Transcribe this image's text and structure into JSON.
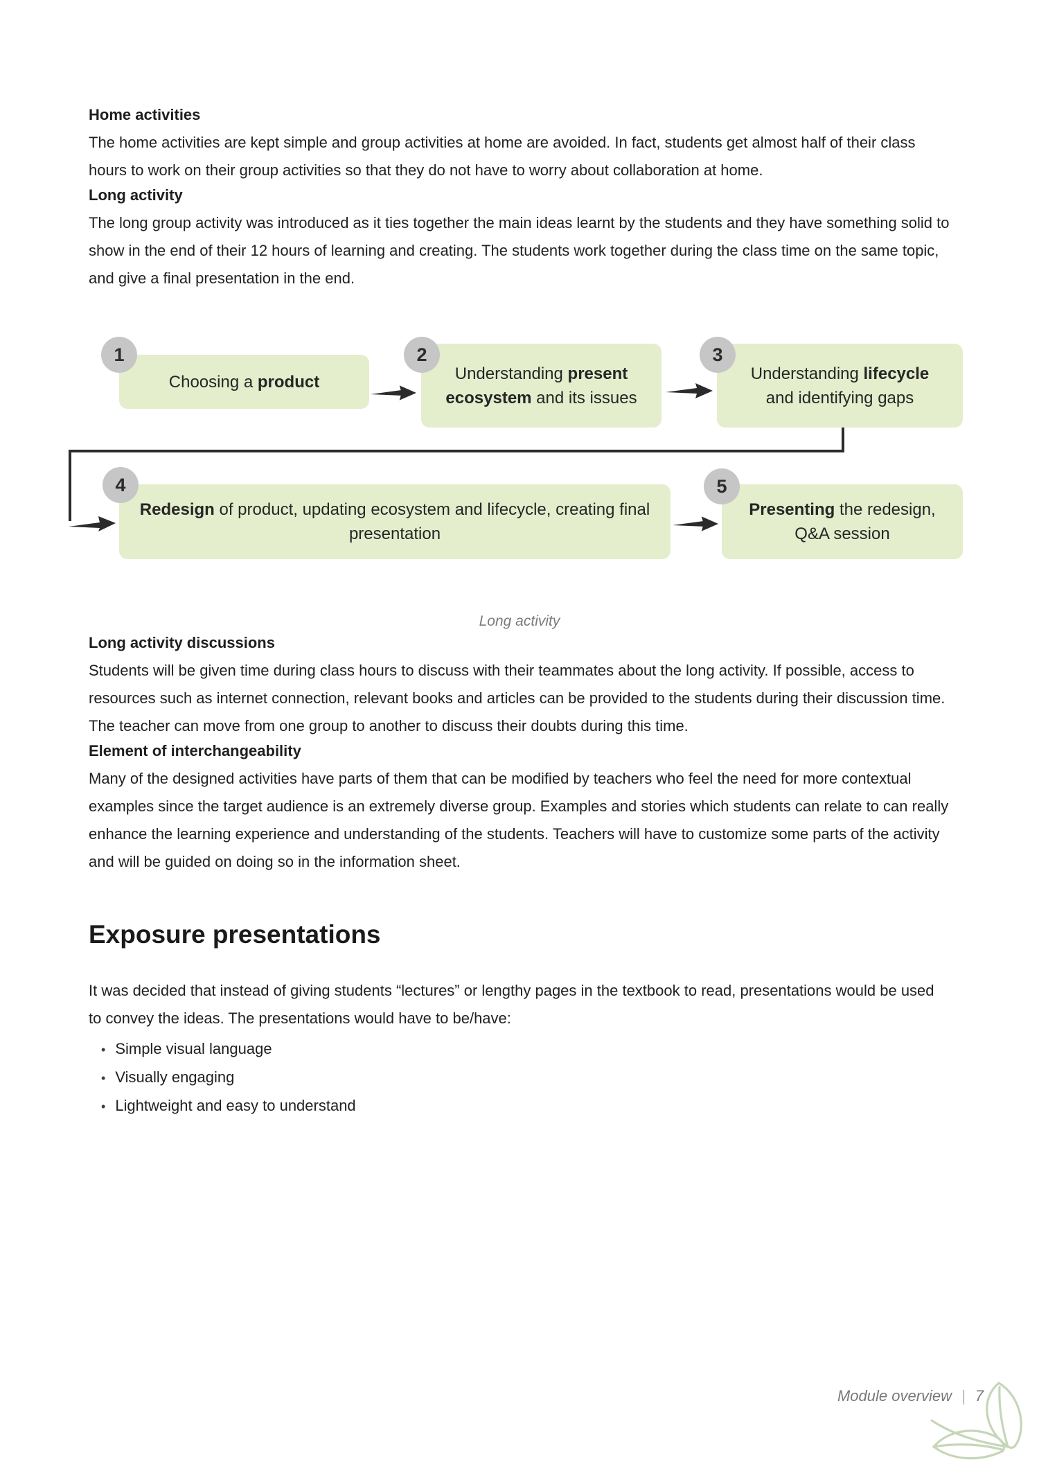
{
  "colors": {
    "box_green": "#e4edcc",
    "circle_grey": "#c5c6c5",
    "arrow_black": "#2b2b2b",
    "muted_grey": "#7b7b7b",
    "leaf_green": "#c6d6b8"
  },
  "sections": {
    "home_activities": {
      "heading": "Home activities",
      "body": "The home activities are kept simple and group activities at home are avoided. In fact, students get almost half of their class hours to work on their group activities so that they do not have to worry about collaboration at home."
    },
    "long_activity": {
      "heading": "Long activity",
      "body": "The long group activity was introduced as it ties together the main ideas learnt by the students and they have something solid to show in the end of their 12 hours of learning and creating. The students work together during the class time on the same topic, and give a final presentation in the end."
    },
    "long_activity_discussions": {
      "heading": "Long activity discussions",
      "body": "Students will be given time during class hours to discuss with their teammates about the long activity. If possible, access to resources such as internet connection, relevant books and articles can be provided to the students during their discussion time. The teacher can move from one group to another to discuss their doubts during this time."
    },
    "element_of_interchangeability": {
      "heading": "Element of interchangeability",
      "body": "Many of the designed activities have parts of them that can be modified by teachers who feel the need for more contextual examples since the target audience is an extremely diverse group. Examples and stories which students can relate to can really enhance the learning experience and understanding of the students. Teachers will have to customize some parts of the activity and will be guided on doing so in the information sheet."
    }
  },
  "diagram": {
    "caption": "Long activity",
    "steps": [
      {
        "number": "1",
        "segments": [
          {
            "text": "Choosing a ",
            "bold": false
          },
          {
            "text": "product",
            "bold": true
          }
        ]
      },
      {
        "number": "2",
        "segments": [
          {
            "text": "Understanding ",
            "bold": false
          },
          {
            "text": "present ecosystem",
            "bold": true
          },
          {
            "text": " and its issues",
            "bold": false
          }
        ]
      },
      {
        "number": "3",
        "segments": [
          {
            "text": "Understanding ",
            "bold": false
          },
          {
            "text": "lifecycle",
            "bold": true
          },
          {
            "text": " and identifying gaps",
            "bold": false
          }
        ]
      },
      {
        "number": "4",
        "segments": [
          {
            "text": "Redesign",
            "bold": true
          },
          {
            "text": " of product, updating ecosystem and lifecycle, creating final presentation",
            "bold": false
          }
        ]
      },
      {
        "number": "5",
        "segments": [
          {
            "text": "Presenting",
            "bold": true
          },
          {
            "text": " the redesign, Q&A session",
            "bold": false
          }
        ]
      }
    ]
  },
  "exposure": {
    "heading": "Exposure presentations",
    "intro": "It was decided that instead of giving students “lectures” or lengthy pages in the textbook to read, presentations would be used to convey the ideas. The presentations would have to be/have:",
    "bullet_char": "•",
    "bullets": [
      "Simple visual language",
      "Visually engaging",
      "Lightweight and easy to understand"
    ]
  },
  "footer": {
    "label": "Module overview",
    "separator": "|",
    "page_number": "7"
  }
}
